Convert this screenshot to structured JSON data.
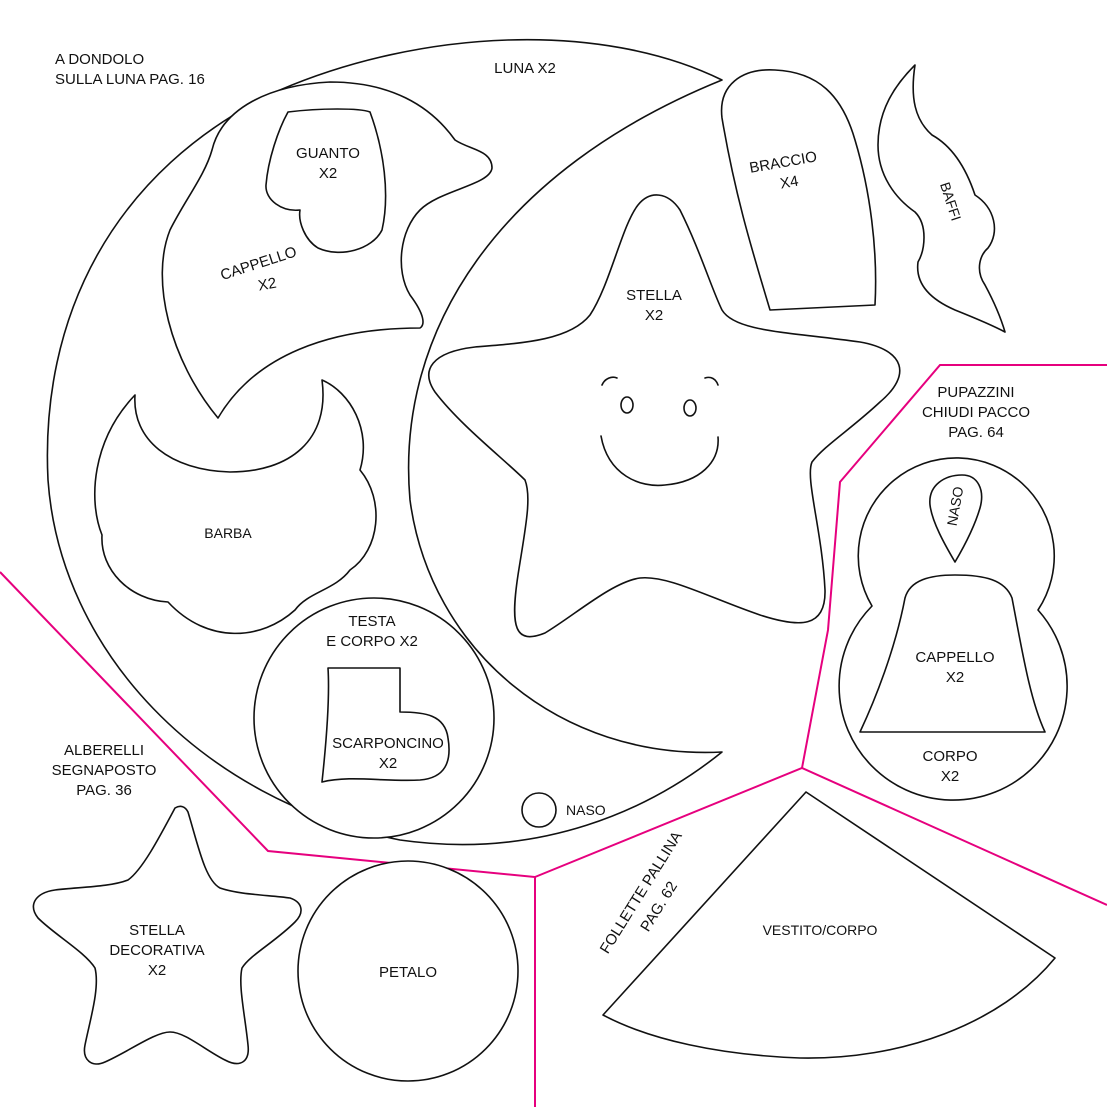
{
  "colors": {
    "divider": "#e6007e",
    "outline": "#111111",
    "background": "#ffffff"
  },
  "sections": {
    "moon_swing": {
      "title_line1": "A DONDOLO",
      "title_line2": "SULLA LUNA PAG. 16"
    },
    "gift_wrap": {
      "title_line1": "PUPAZZINI",
      "title_line2": "CHIUDI PACCO",
      "title_line3": "PAG. 64"
    },
    "trees": {
      "title_line1": "ALBERELLI",
      "title_line2": "SEGNAPOSTO",
      "title_line3": "PAG. 36"
    },
    "elf": {
      "title_line1": "FOLLETTE PALLINA",
      "title_line2": "PAG. 62"
    }
  },
  "pieces": {
    "luna": "LUNA X2",
    "guanto": {
      "name": "GUANTO",
      "qty": "X2"
    },
    "cappello": {
      "name": "CAPPELLO",
      "qty": "X2"
    },
    "barba": "BARBA",
    "testa_corpo": {
      "line1": "TESTA",
      "line2": "E CORPO X2"
    },
    "scarponcino": {
      "name": "SCARPONCINO",
      "qty": "X2"
    },
    "naso": "NASO",
    "stella": {
      "name": "STELLA",
      "qty": "X2"
    },
    "braccio": {
      "name": "BRACCIO",
      "qty": "X4"
    },
    "baffi": "BAFFI",
    "pupazzino_naso": "NASO",
    "pupazzino_cappello": {
      "name": "CAPPELLO",
      "qty": "X2"
    },
    "pupazzino_corpo": {
      "name": "CORPO",
      "qty": "X2"
    },
    "stella_decorativa": {
      "line1": "STELLA",
      "line2": "DECORATIVA",
      "line3": "X2"
    },
    "petalo": "PETALO",
    "vestito": "VESTITO/CORPO"
  }
}
